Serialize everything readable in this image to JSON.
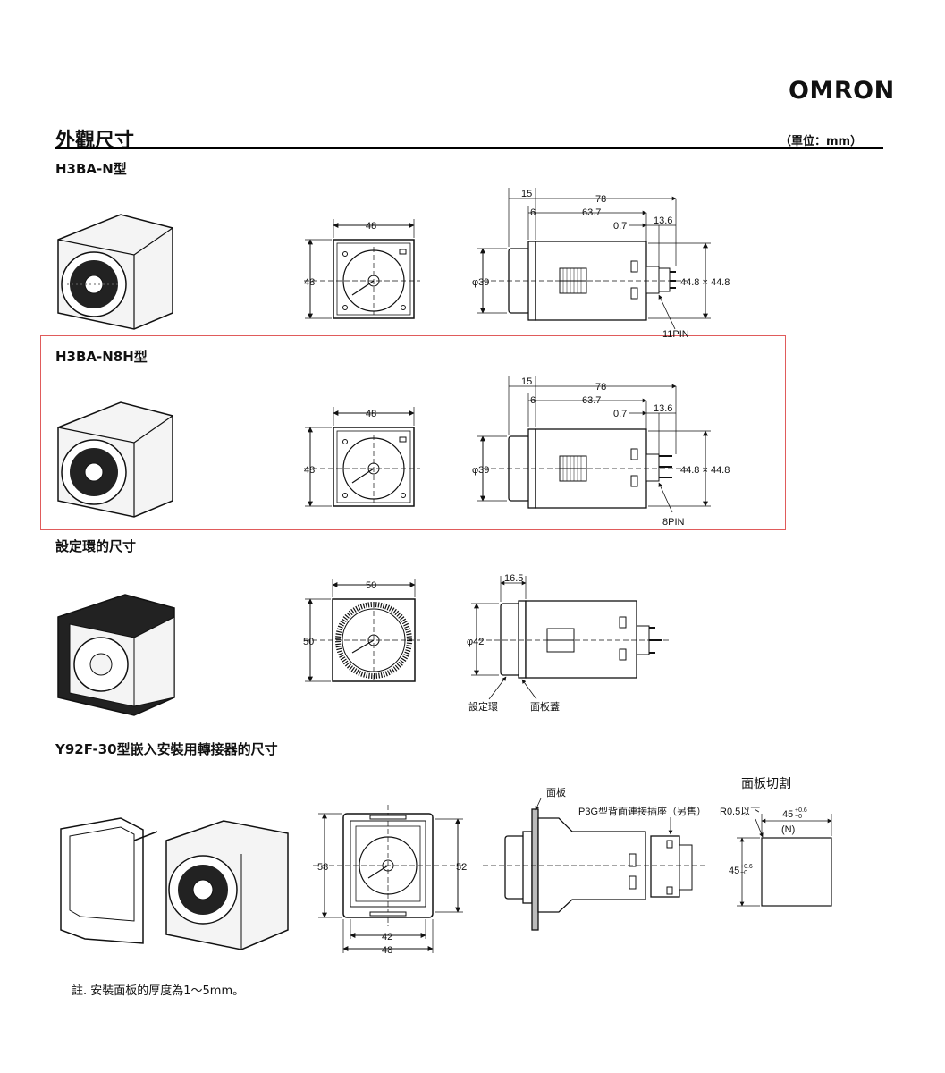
{
  "header": {
    "brand_logo": "OMRON",
    "page_title": "外觀尺寸",
    "unit_note": "（單位：mm）"
  },
  "sections": {
    "s1": {
      "title": "H3BA-N型",
      "front_width": "48",
      "front_height": "48",
      "dia": "φ39",
      "d15": "15",
      "d78": "78",
      "d6": "6",
      "d637": "63.7",
      "d07": "0.7",
      "d136": "13.6",
      "d448": "44.8 × 44.8",
      "pins": "11PIN"
    },
    "s2": {
      "title": "H3BA-N8H型",
      "front_width": "48",
      "front_height": "48",
      "dia": "φ39",
      "d15": "15",
      "d78": "78",
      "d6": "6",
      "d637": "63.7",
      "d07": "0.7",
      "d136": "13.6",
      "d448": "44.8 × 44.8",
      "pins": "8PIN"
    },
    "s3": {
      "title": "設定環的尺寸",
      "front_width": "50",
      "front_height": "50",
      "d165": "16.5",
      "dia": "φ42",
      "label_ring": "設定環",
      "label_cover": "面板蓋"
    },
    "s4": {
      "title": "Y92F-30型嵌入安裝用轉接器的尺寸",
      "d58": "58",
      "d52": "52",
      "d42": "42",
      "d48": "48",
      "label_panel": "面板",
      "label_socket": "P3G型背面連接插座（另售）",
      "cutout_title": "面板切割",
      "radius": "R0.5以下",
      "cut_w": "45",
      "tol_plus": "+0.6",
      "tol_minus": "−0",
      "n_label": "(N)",
      "cut_h": "45"
    }
  },
  "footnote": "註. 安裝面板的厚度為1～5mm。"
}
